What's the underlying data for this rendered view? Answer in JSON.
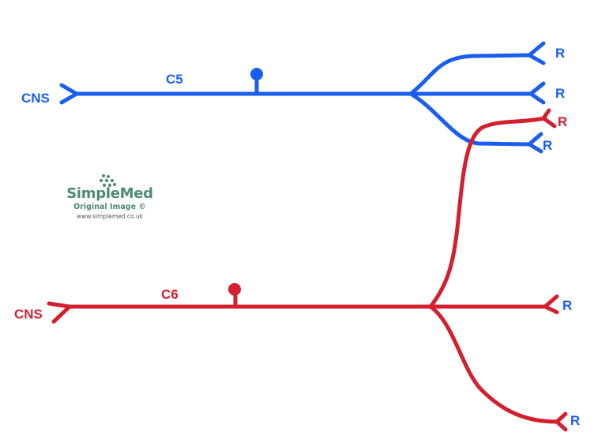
{
  "colors": {
    "c5": "#1a5ef0",
    "c6": "#d31f2e",
    "logo": "#4d8a72"
  },
  "c5": {
    "nerve_label": "C5",
    "origin_label": "CNS",
    "receptor_labels": [
      "R",
      "R",
      "R"
    ]
  },
  "c6": {
    "nerve_label": "C6",
    "origin_label": "CNS",
    "receptor_labels": [
      "R",
      "R",
      "R"
    ]
  },
  "watermark": {
    "name": "SimpleMed",
    "subtitle": "Original Image ©",
    "url": "www.simplemed.co.uk"
  }
}
